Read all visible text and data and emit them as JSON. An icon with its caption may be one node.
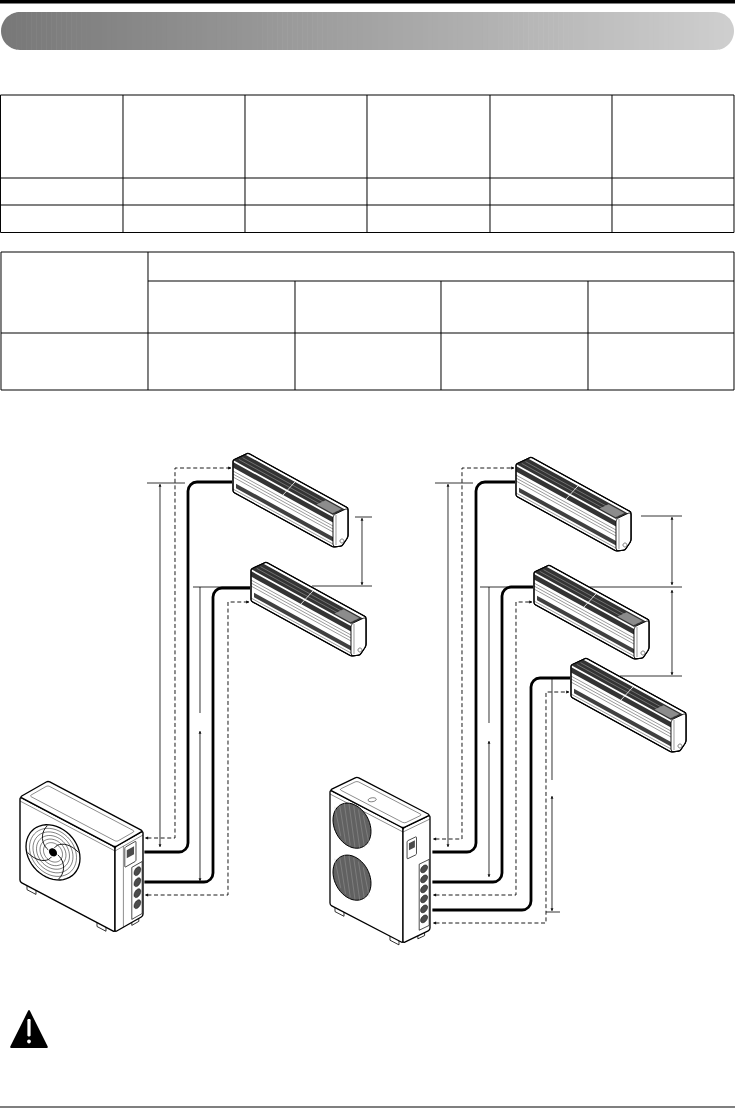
{
  "diagram": {
    "nodes": [
      {
        "text": [],
        "shape": "picture"
      },
      {
        "text": [],
        "shape": "picture"
      },
      {
        "text": [],
        "shape": "picture"
      },
      {
        "text": [],
        "shape": "picture"
      },
      {
        "text": [],
        "shape": "picture"
      },
      {
        "text": [],
        "shape": "picture"
      },
      {
        "text": [],
        "shape": "picture"
      }
    ],
    "edges": [
      {
        "from": 0,
        "to": 1,
        "arrow": "none",
        "style": "thick"
      },
      {
        "from": 0,
        "to": 1,
        "arrow": "both",
        "style": "dashed"
      },
      {
        "from": 0,
        "to": 2,
        "arrow": "none",
        "style": "thick"
      },
      {
        "from": 0,
        "to": 2,
        "arrow": "both",
        "style": "dashed"
      },
      {
        "from": 3,
        "to": 4,
        "arrow": "none",
        "style": "thick"
      },
      {
        "from": 3,
        "to": 4,
        "arrow": "both",
        "style": "dashed"
      },
      {
        "from": 3,
        "to": 5,
        "arrow": "none",
        "style": "thick"
      },
      {
        "from": 3,
        "to": 5,
        "arrow": "both",
        "style": "dashed"
      },
      {
        "from": 3,
        "to": 6,
        "arrow": "none",
        "style": "thick"
      },
      {
        "from": 3,
        "to": 6,
        "arrow": "both",
        "style": "dashed"
      }
    ]
  }
}
